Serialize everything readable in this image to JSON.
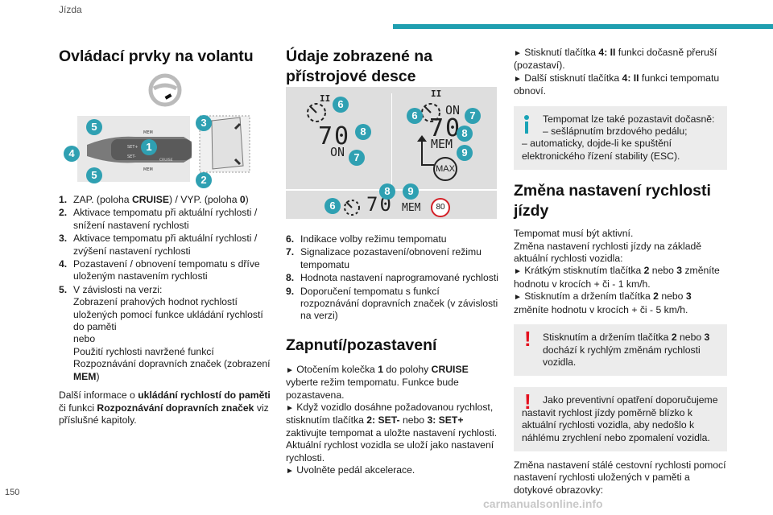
{
  "header": {
    "section": "Jízda",
    "page_number": "150",
    "accent_color": "#1f9fb0"
  },
  "col1": {
    "title": "Ovládací prvky na volantu",
    "items": [
      {
        "num": "1.",
        "text": "ZAP. (poloha ",
        "b1": "CRUISE",
        "t2": ") / VYP. (poloha ",
        "b2": "0",
        "t3": ")"
      },
      {
        "num": "2.",
        "text": "Aktivace tempomatu při aktuální rychlosti / snížení nastavení rychlosti"
      },
      {
        "num": "3.",
        "text": "Aktivace tempomatu při aktuální rychlosti / zvýšení nastavení rychlosti"
      },
      {
        "num": "4.",
        "text": "Pozastavení / obnovení tempomatu s dříve uloženým nastavením rychlosti"
      },
      {
        "num": "5.",
        "text": "V závislosti na verzi:",
        "l2": "Zobrazení prahových hodnot rychlostí uložených pomocí funkce ukládání rychlostí do paměti",
        "l3": "nebo",
        "l4": "Použití rychlosti navržené funkcí Rozpoznávání dopravních značek (zobrazení ",
        "l4b": "MEM",
        "l4c": ")"
      }
    ],
    "more_info": {
      "t1": "Další informace o ",
      "b1": "ukládání rychlostí do paměti",
      "t2": " či funkci ",
      "b2": "Rozpoznávání dopravních značek",
      "t3": " viz příslušné kapitoly."
    },
    "diagram": {
      "badges": [
        "5",
        "4",
        "5",
        "1",
        "3",
        "2"
      ],
      "labels": [
        "MEM",
        "SET+",
        "SET-",
        "MEM",
        "CRUISE"
      ]
    }
  },
  "col2": {
    "title": "Údaje zobrazené na přístrojové desce",
    "panel": {
      "speed": "70",
      "on": "ON",
      "mem": "MEM",
      "max": "MAX",
      "limit": "80",
      "pause": "II",
      "badges": [
        "6",
        "8",
        "7",
        "6",
        "7",
        "8",
        "9",
        "8",
        "9",
        "6"
      ]
    },
    "legend": [
      {
        "num": "6.",
        "text": "Indikace volby režimu tempomatu"
      },
      {
        "num": "7.",
        "text": "Signalizace pozastavení/obnovení režimu tempomatu"
      },
      {
        "num": "8.",
        "text": "Hodnota nastavení naprogramované rychlosti"
      },
      {
        "num": "9.",
        "text": "Doporučení tempomatu s funkcí rozpoznávání dopravních značek (v závislosti na verzi)"
      }
    ],
    "section2_title": "Zapnutí/pozastavení",
    "s2": {
      "p1a": "Otočením kolečka ",
      "p1b": "1",
      "p1c": " do polohy ",
      "p1d": "CRUISE",
      "p1e": " vyberte režim tempomatu. Funkce bude pozastavena.",
      "p2a": "Když vozidlo dosáhne požadovanou rychlost, stisknutím tlačítka ",
      "p2b": "2: SET-",
      "p2c": " nebo ",
      "p2d": "3: SET+",
      "p2e": " zaktivujte tempomat a uložte nastavení rychlosti. Aktuální rychlost vozidla se uloží jako nastavení rychlosti.",
      "p3": "Uvolněte pedál akcelerace."
    }
  },
  "col3": {
    "p1a": "Stisknutí tlačítka ",
    "p1b": "4: II",
    "p1c": " funkci dočasně přeruší (pozastaví).",
    "p2a": "Další stisknutí tlačítka ",
    "p2b": "4: II",
    "p2c": " funkci tempomatu obnoví.",
    "info_box": {
      "l1": "Tempomat lze také pozastavit dočasně:",
      "l2": "–  sešlápnutím brzdového pedálu;",
      "l3": "–  automaticky, dojde-li ke spuštění elektronického řízení stability (ESC)."
    },
    "section_title": "Změna nastavení rychlosti jízdy",
    "intro": "Tempomat musí být aktivní.",
    "intro2": "Změna nastavení rychlosti jízdy na základě aktuální rychlosti vozidla:",
    "b1a": "Krátkým stisknutím tlačítka ",
    "b1b": "2",
    "b1c": " nebo ",
    "b1d": "3",
    "b1e": " změníte hodnotu v krocích + či - 1 km/h.",
    "b2a": "Stisknutím a držením tlačítka ",
    "b2b": "2",
    "b2c": " nebo ",
    "b2d": "3",
    "b2e": " změníte hodnotu v krocích + či - 5 km/h.",
    "warn1": {
      "a": "Stisknutím a držením tlačítka ",
      "b": "2",
      "c": " nebo ",
      "d": "3",
      "e": " dochází k rychlým změnám rychlosti vozidla."
    },
    "warn2": "Jako preventivní opatření doporučujeme nastavit rychlost jízdy poměrně blízko k aktuální rychlosti vozidla, aby nedošlo k náhlému zrychlení nebo zpomalení vozidla.",
    "last": "Změna nastavení stálé cestovní rychlosti pomocí nastavení rychlosti uložených v paměti a dotykové obrazovky:"
  },
  "watermark": "carmanualsonline.info"
}
